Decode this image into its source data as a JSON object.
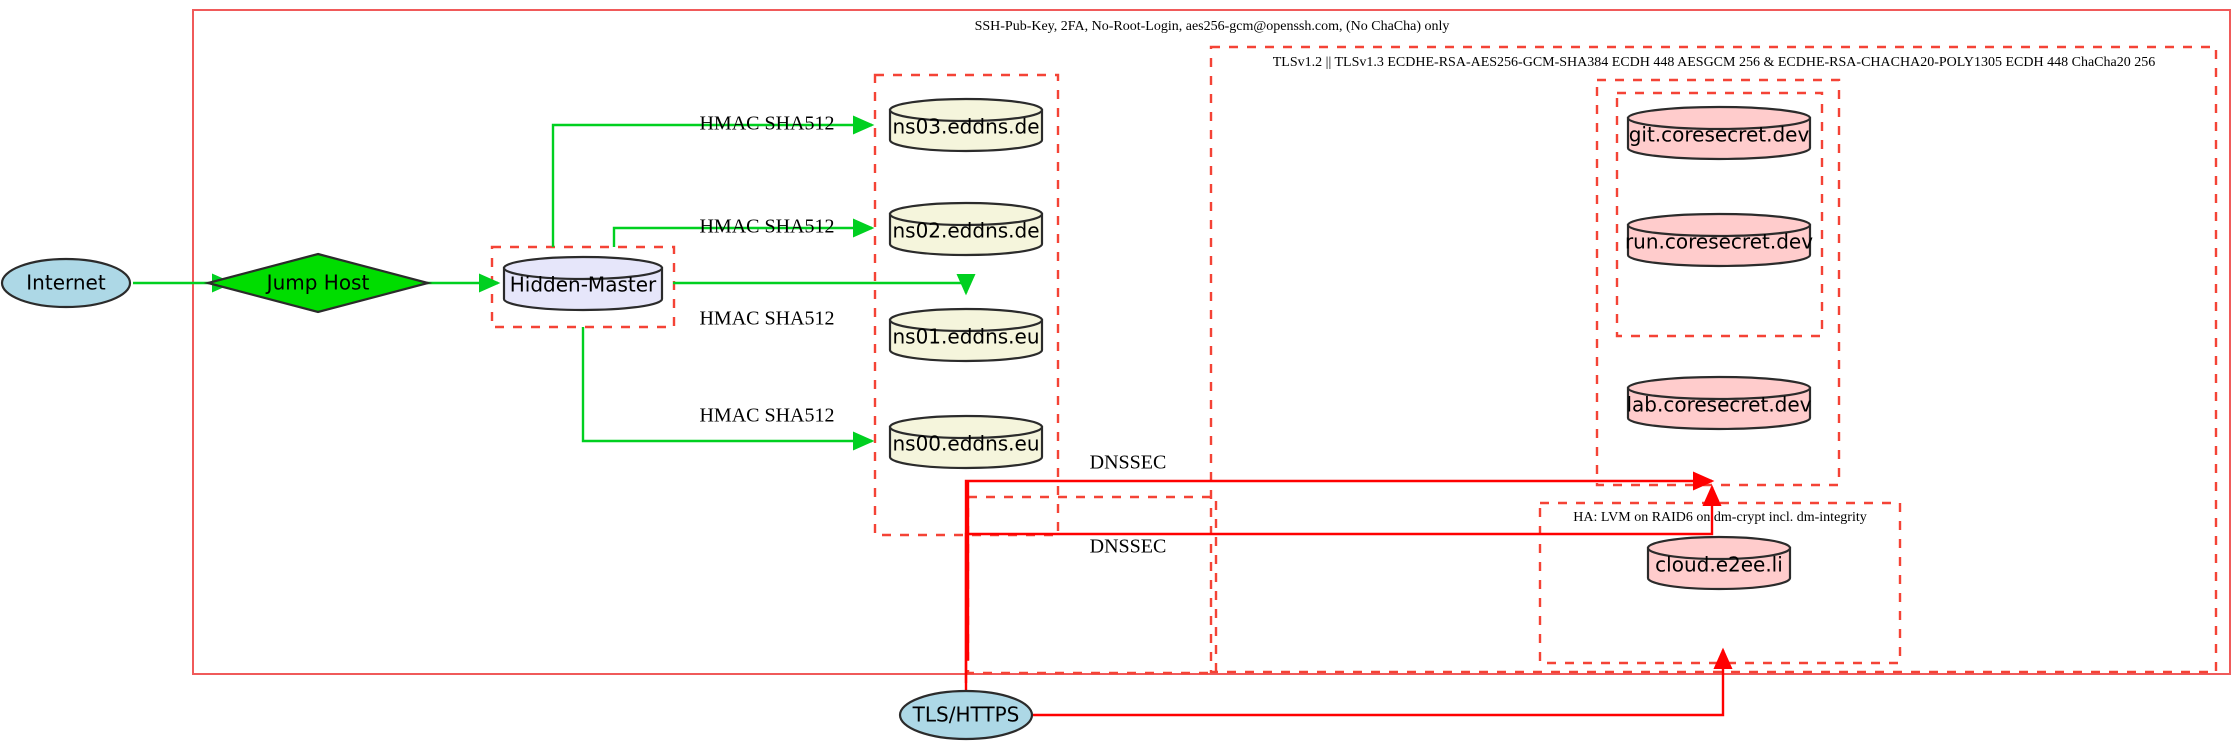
{
  "diagram": {
    "title_labels": {
      "ssh_policy": "SSH-Pub-Key, 2FA, No-Root-Login, aes256-gcm@openssh.com, (No ChaCha) only",
      "tls_policy": "TLSv1.2 || TLSv1.3 ECDHE-RSA-AES256-GCM-SHA384 ECDH 448 AESGCM 256 & ECDHE-RSA-CHACHA20-POLY1305 ECDH 448 ChaCha20 256",
      "ha_policy": "HA: LVM on RAID6 on dm-crypt incl. dm-integrity"
    },
    "nodes": {
      "internet": "Internet",
      "jump_host": "Jump Host",
      "hidden_master": "Hidden-Master",
      "ns03": "ns03.eddns.de",
      "ns02": "ns02.eddns.de",
      "ns01": "ns01.eddns.eu",
      "ns00": "ns00.eddns.eu",
      "git": "git.coresecret.dev",
      "run": "run.coresecret.dev",
      "lab": "lab.coresecret.dev",
      "cloud": "cloud.e2ee.li",
      "tls_https": "TLS/HTTPS"
    },
    "edge_labels": {
      "hmac_ns03": "HMAC SHA512",
      "hmac_ns02": "HMAC SHA512",
      "hmac_ns01": "HMAC SHA512",
      "hmac_ns00": "HMAC SHA512",
      "dnssec_upper": "DNSSEC",
      "dnssec_lower": "DNSSEC"
    },
    "colors": {
      "internet_fill": "#add8e6",
      "jump_host_fill": "#00dd00",
      "hidden_master_fill": "#e6e6fa",
      "ns_fill": "#f5f5dc",
      "coresecret_fill": "#ffcccc",
      "green_edge": "#00d020",
      "red_edge": "#ff0000",
      "dashed_border": "#f44336",
      "solid_border": "#f05a5a",
      "shape_outline": "#2b2b2b"
    }
  }
}
